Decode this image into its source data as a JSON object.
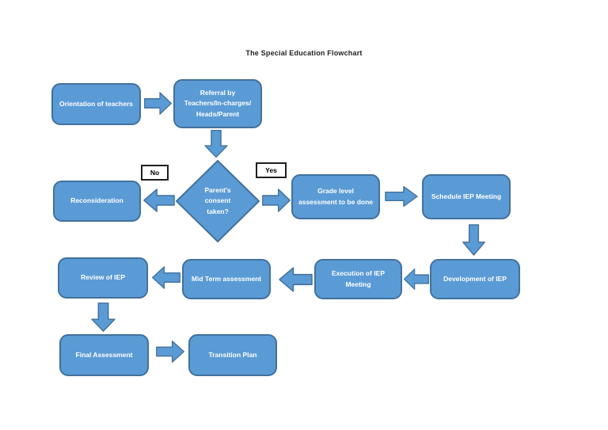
{
  "title": "The Special Education Flowchart",
  "colors": {
    "background": "#ffffff",
    "node_fill": "#5b9bd5",
    "node_border": "#41719c",
    "node_text": "#ffffff",
    "decision_label_border": "#1f1f1f",
    "decision_label_text": "#000000"
  },
  "nodes": {
    "orientation": {
      "label": "Orientation of teachers"
    },
    "referral": {
      "label": "Referral by Teachers/In-charges/Heads/Parent",
      "lines": [
        "Referral by",
        "Teachers/In-charges/",
        "Heads/Parent"
      ]
    },
    "consent": {
      "label": "Parent's consent taken?"
    },
    "reconsideration": {
      "label": "Reconsideration"
    },
    "grade_assessment": {
      "label": "Grade level assessment to be done"
    },
    "schedule_iep": {
      "label": "Schedule IEP Meeting"
    },
    "development_iep": {
      "label": "Development of IEP"
    },
    "execution_iep": {
      "label": "Execution of IEP Meeting"
    },
    "midterm_assessment": {
      "label": "Mid Term assessment"
    },
    "review_iep": {
      "label": "Review of IEP"
    },
    "final_assessment": {
      "label": "Final Assessment"
    },
    "transition_plan": {
      "label": "Transition Plan"
    }
  },
  "decision_labels": {
    "no": "No",
    "yes": "Yes"
  },
  "edges": [
    {
      "from": "orientation",
      "to": "referral",
      "direction": "right"
    },
    {
      "from": "referral",
      "to": "consent",
      "direction": "down"
    },
    {
      "from": "consent",
      "to": "reconsideration",
      "direction": "left",
      "label": "No"
    },
    {
      "from": "consent",
      "to": "grade_assessment",
      "direction": "right",
      "label": "Yes"
    },
    {
      "from": "grade_assessment",
      "to": "schedule_iep",
      "direction": "right"
    },
    {
      "from": "schedule_iep",
      "to": "development_iep",
      "direction": "down"
    },
    {
      "from": "development_iep",
      "to": "execution_iep",
      "direction": "left"
    },
    {
      "from": "execution_iep",
      "to": "midterm_assessment",
      "direction": "left"
    },
    {
      "from": "midterm_assessment",
      "to": "review_iep",
      "direction": "left"
    },
    {
      "from": "review_iep",
      "to": "final_assessment",
      "direction": "down"
    },
    {
      "from": "final_assessment",
      "to": "transition_plan",
      "direction": "right"
    }
  ]
}
